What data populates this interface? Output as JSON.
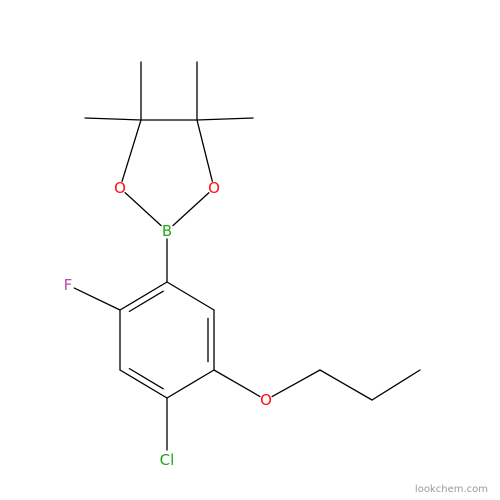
{
  "molecule": {
    "atoms": [
      {
        "id": "B",
        "symbol": "B",
        "color": "#22aa22"
      },
      {
        "id": "O1",
        "symbol": "O",
        "color": "#ff0d0d"
      },
      {
        "id": "O2",
        "symbol": "O",
        "color": "#ff0d0d"
      },
      {
        "id": "F",
        "symbol": "F",
        "color": "#b34fb3"
      },
      {
        "id": "O3",
        "symbol": "O",
        "color": "#ff0d0d"
      },
      {
        "id": "Cl",
        "symbol": "Cl",
        "color": "#1fa21f"
      }
    ]
  },
  "watermark": "lookchem.com"
}
